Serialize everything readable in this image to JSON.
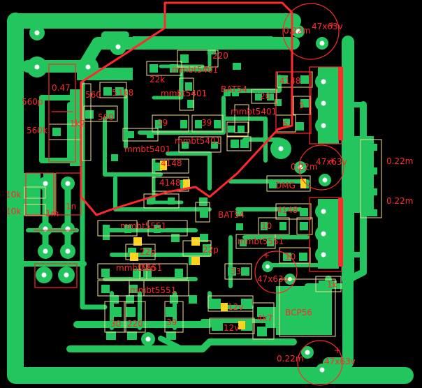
{
  "colors": {
    "background": "#000000",
    "copper": "#22c55e",
    "silk": "#ff2a2a",
    "outline": "#f2e08a",
    "pad_yellow": "#ffd21f",
    "hole": "#ffffff"
  },
  "labels": {
    "c1": "0.22m",
    "c1v": "47x63v",
    "r220": "220",
    "r22k": "22k",
    "q1": "mmbt5401",
    "q2": "mmbt5401",
    "bat1": "BAT54",
    "c047": "0.47",
    "r560a": "560",
    "r5": "5",
    "r1k8": "1k8",
    "c560p": "560p",
    "r560b": "560",
    "r560k": "560k",
    "r1k2": "1k2",
    "r39a": "39",
    "r39b": "39",
    "q3": "mmbt5401",
    "q4": "mmbt5401",
    "r20": "20",
    "d4148a": "4148",
    "q5": "mmbt5401",
    "r5b": "5",
    "r6": "6",
    "c022a": "0.22m",
    "c022b": "0.22m",
    "c022c": "0.22m",
    "c47b": "47x63v",
    "r10ka": "10k",
    "r10kb": "10k",
    "d4148b": "4148",
    "d4148c": "4148",
    "dm": "DMG",
    "c1m": "1m",
    "c1n": "1n",
    "bat2": "BAT54",
    "d4148d": "4148",
    "q6": "mmbt5551",
    "c22pa": "22p",
    "c22pb": "22p",
    "c22pc": "22p",
    "q7": "mmbt5551",
    "q8": "mmbt5551",
    "q9": "mmbt5551",
    "r10": "10",
    "r10b": "10",
    "c47c": "47x63v",
    "r1k": "1k",
    "r30": "30",
    "r220b": "220",
    "r39c": "39",
    "z12a": "12v",
    "z12b": "12v",
    "r4k7": "4k7",
    "bcp": "BCP56",
    "c022d": "0.22m",
    "c47d": "47x63v",
    "r33": "33",
    "r100": "100",
    "plus": "+"
  }
}
